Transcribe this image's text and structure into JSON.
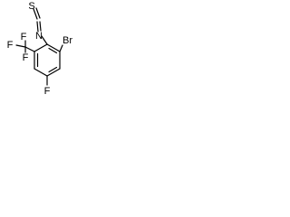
{
  "molecule": {
    "atoms": {
      "isothiocyanate_sulfur": "S",
      "isothiocyanate_nitrogen": "N",
      "bromine": "Br",
      "ring_fluorine": "F",
      "cf3_fluorine_top": "F",
      "cf3_fluorine_left": "F",
      "cf3_fluorine_bottom": "F"
    },
    "colors": {
      "bond": "#000000",
      "text": "#000000",
      "background": "#ffffff"
    }
  }
}
